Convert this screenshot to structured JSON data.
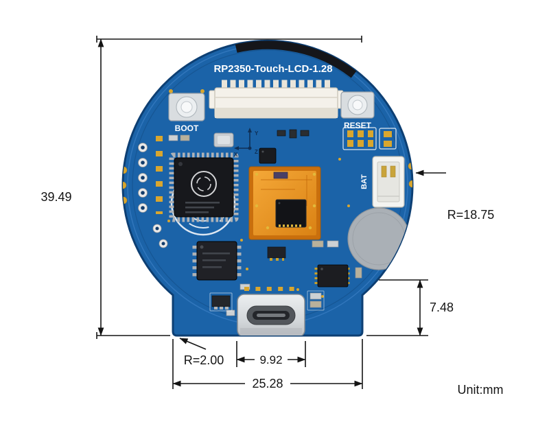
{
  "board": {
    "title": "RP2350-Touch-LCD-1.28",
    "boot_label": "BOOT",
    "reset_label": "RESET",
    "bat_label": "BAT",
    "axis_labels": {
      "x": "X",
      "y": "Y",
      "z": "Z"
    }
  },
  "annotations": {
    "overall_height": "39.49",
    "board_radius": "R=18.75",
    "tab_height": "7.48",
    "corner_radius": "R=2.00",
    "usb_width": "9.92",
    "tab_width": "25.28",
    "unit": "Unit:mm"
  },
  "colors": {
    "pcb_blue": "#1b63a8",
    "pcb_edge": "#0d3f73",
    "module_orange": "#e8891a",
    "gold_pad": "#d9a62e",
    "dimension_ink": "#141414"
  }
}
